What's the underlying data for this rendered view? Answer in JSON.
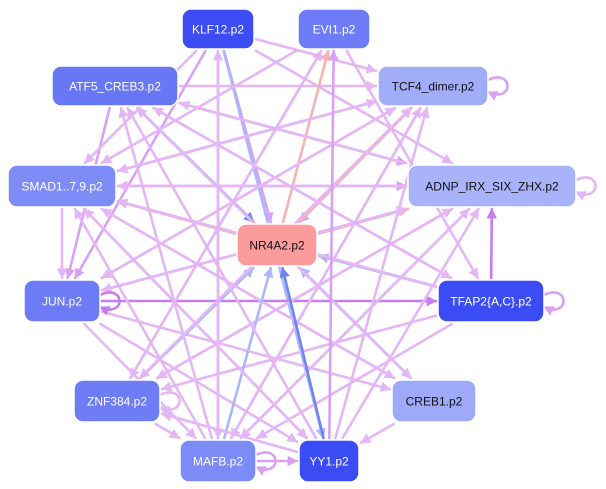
{
  "nodes": [
    {
      "id": "klf12",
      "label": "KLF12.p2",
      "fill": "#3d4df5"
    },
    {
      "id": "evi1",
      "label": "EVI1.p2",
      "fill": "#6d7cf6"
    },
    {
      "id": "atf5",
      "label": "ATF5_CREB3.p2",
      "fill": "#6877f5"
    },
    {
      "id": "tcf4",
      "label": "TCF4_dimer.p2",
      "fill": "#a2adf9"
    },
    {
      "id": "smad",
      "label": "SMAD1..7,9.p2",
      "fill": "#7e8cf7"
    },
    {
      "id": "adnp",
      "label": "ADNP_IRX_SIX_ZHX.p2",
      "fill": "#a9b3fa"
    },
    {
      "id": "nr4a2",
      "label": "NR4A2.p2",
      "fill": "#fb9b9b"
    },
    {
      "id": "jun",
      "label": "JUN.p2",
      "fill": "#6d7cf6"
    },
    {
      "id": "tfap2",
      "label": "TFAP2{A,C}.p2",
      "fill": "#3c4cf5"
    },
    {
      "id": "znf384",
      "label": "ZNF384.p2",
      "fill": "#6e7cf5"
    },
    {
      "id": "creb1",
      "label": "CREB1.p2",
      "fill": "#9ea9f9"
    },
    {
      "id": "mafb",
      "label": "MAFB.p2",
      "fill": "#7d8bf7"
    },
    {
      "id": "yy1",
      "label": "YY1.p2",
      "fill": "#3c4cf5"
    }
  ],
  "edges": [
    {
      "from": "atf5",
      "to": "tcf4",
      "color": "#e4b6f5"
    },
    {
      "from": "atf5",
      "to": "adnp",
      "color": "#d9a0f3"
    },
    {
      "from": "atf5",
      "to": "nr4a2",
      "color": "#6f84f2"
    },
    {
      "from": "atf5",
      "to": "creb1",
      "color": "#e4b6f5"
    },
    {
      "from": "atf5",
      "to": "jun",
      "color": "#d9a0f3"
    },
    {
      "from": "atf5",
      "to": "tfap2",
      "color": "#e4b6f5"
    },
    {
      "from": "klf12",
      "to": "nr4a2",
      "color": "#d9a0f3"
    },
    {
      "from": "klf12",
      "to": "yy1",
      "color": "#a9b8f8"
    },
    {
      "from": "klf12",
      "to": "smad",
      "color": "#e4b6f5"
    },
    {
      "from": "klf12",
      "to": "mafb",
      "color": "#e4b6f5"
    },
    {
      "from": "klf12",
      "to": "jun",
      "color": "#d9a0f3"
    },
    {
      "from": "klf12",
      "to": "adnp",
      "color": "#e4b6f5"
    },
    {
      "from": "klf12",
      "to": "tcf4",
      "color": "#e4b6f5"
    },
    {
      "from": "evi1",
      "to": "znf384",
      "color": "#e4b6f5"
    },
    {
      "from": "evi1",
      "to": "smad",
      "color": "#e4b6f5"
    },
    {
      "from": "evi1",
      "to": "tfap2",
      "color": "#e4b6f5"
    },
    {
      "from": "tcf4",
      "to": "jun",
      "color": "#e4b6f5"
    },
    {
      "from": "tcf4",
      "to": "znf384",
      "color": "#e4b6f5"
    },
    {
      "from": "tcf4",
      "to": "smad",
      "color": "#e4b6f5"
    },
    {
      "from": "tcf4",
      "to": "mafb",
      "color": "#e4b6f5"
    },
    {
      "from": "tcf4",
      "to": "nr4a2",
      "color": "#a9b8f8"
    },
    {
      "from": "nr4a2",
      "to": "tcf4",
      "color": "#f6b3b3"
    },
    {
      "from": "nr4a2",
      "to": "adnp",
      "color": "#f6b3b3"
    },
    {
      "from": "nr4a2",
      "to": "smad",
      "color": "#f6b3b3"
    },
    {
      "from": "nr4a2",
      "to": "evi1",
      "color": "#f6b3b3"
    },
    {
      "from": "smad",
      "to": "adnp",
      "color": "#d9a0f3"
    },
    {
      "from": "smad",
      "to": "tcf4",
      "color": "#e4b6f5"
    },
    {
      "from": "smad",
      "to": "creb1",
      "color": "#e4b6f5"
    },
    {
      "from": "smad",
      "to": "yy1",
      "color": "#e4b6f5"
    },
    {
      "from": "smad",
      "to": "jun",
      "color": "#e4b6f5"
    },
    {
      "from": "adnp",
      "to": "smad",
      "color": "#e4b6f5"
    },
    {
      "from": "adnp",
      "to": "jun",
      "color": "#e4b6f5"
    },
    {
      "from": "adnp",
      "to": "atf5",
      "color": "#e4b6f5"
    },
    {
      "from": "adnp",
      "to": "znf384",
      "color": "#e4b6f5"
    },
    {
      "from": "adnp",
      "to": "mafb",
      "color": "#e4b6f5"
    },
    {
      "from": "jun",
      "to": "tfap2",
      "color": "#c57ef0"
    },
    {
      "from": "jun",
      "to": "tcf4",
      "color": "#e4b6f5"
    },
    {
      "from": "jun",
      "to": "adnp",
      "color": "#e4b6f5"
    },
    {
      "from": "jun",
      "to": "mafb",
      "color": "#e4b6f5"
    },
    {
      "from": "jun",
      "to": "yy1",
      "color": "#e4b6f5"
    },
    {
      "from": "jun",
      "to": "creb1",
      "color": "#e4b6f5"
    },
    {
      "from": "tfap2",
      "to": "nr4a2",
      "color": "#a9b8f8"
    },
    {
      "from": "tfap2",
      "to": "adnp",
      "color": "#c57ef0"
    },
    {
      "from": "tfap2",
      "to": "smad",
      "color": "#e4b6f5"
    },
    {
      "from": "tfap2",
      "to": "znf384",
      "color": "#e4b6f5"
    },
    {
      "from": "tfap2",
      "to": "mafb",
      "color": "#e4b6f5"
    },
    {
      "from": "tfap2",
      "to": "atf5",
      "color": "#e4b6f5"
    },
    {
      "from": "znf384",
      "to": "nr4a2",
      "color": "#a9b8f8"
    },
    {
      "from": "znf384",
      "to": "adnp",
      "color": "#e4b6f5"
    },
    {
      "from": "znf384",
      "to": "tcf4",
      "color": "#e4b6f5"
    },
    {
      "from": "znf384",
      "to": "evi1",
      "color": "#e4b6f5"
    },
    {
      "from": "znf384",
      "to": "mafb",
      "color": "#e4b6f5"
    },
    {
      "from": "creb1",
      "to": "nr4a2",
      "color": "#a9b8f8"
    },
    {
      "from": "creb1",
      "to": "yy1",
      "color": "#e4b6f5"
    },
    {
      "from": "creb1",
      "to": "smad",
      "color": "#e4b6f5"
    },
    {
      "from": "creb1",
      "to": "atf5",
      "color": "#e4b6f5"
    },
    {
      "from": "mafb",
      "to": "nr4a2",
      "color": "#a9b8f8"
    },
    {
      "from": "mafb",
      "to": "yy1",
      "color": "#d9a0f3"
    },
    {
      "from": "mafb",
      "to": "tcf4",
      "color": "#e4b6f5"
    },
    {
      "from": "mafb",
      "to": "smad",
      "color": "#e4b6f5"
    },
    {
      "from": "mafb",
      "to": "atf5",
      "color": "#e4b6f5"
    },
    {
      "from": "mafb",
      "to": "adnp",
      "color": "#e4b6f5"
    },
    {
      "from": "mafb",
      "to": "klf12",
      "color": "#e4b6f5"
    },
    {
      "from": "yy1",
      "to": "nr4a2",
      "color": "#6f84f2"
    },
    {
      "from": "yy1",
      "to": "adnp",
      "color": "#e4b6f5"
    },
    {
      "from": "yy1",
      "to": "tcf4",
      "color": "#e4b6f5"
    },
    {
      "from": "yy1",
      "to": "atf5",
      "color": "#e4b6f5"
    },
    {
      "from": "yy1",
      "to": "znf384",
      "color": "#e4b6f5"
    },
    {
      "from": "yy1",
      "to": "smad",
      "color": "#e4b6f5"
    },
    {
      "from": "yy1",
      "to": "evi1",
      "color": "#d9a0f3"
    }
  ],
  "self_loops": [
    {
      "node": "tcf4",
      "color": "#d9a0f3"
    },
    {
      "node": "adnp",
      "color": "#e4b6f5"
    },
    {
      "node": "tfap2",
      "color": "#d9a0f3"
    },
    {
      "node": "jun",
      "color": "#c57ef0"
    },
    {
      "node": "mafb",
      "color": "#d9a0f3"
    },
    {
      "node": "znf384",
      "color": "#e4b6f5"
    }
  ]
}
